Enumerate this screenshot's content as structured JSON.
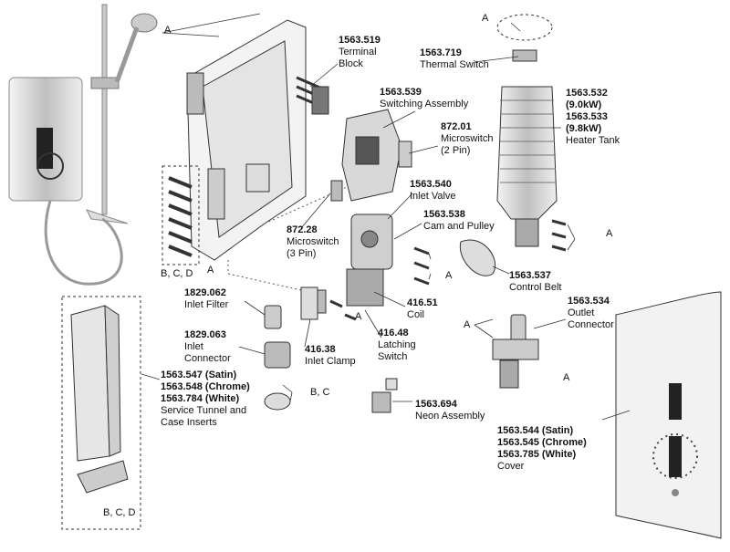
{
  "callouts": [
    {
      "id": "terminal-block",
      "code": "1563.519",
      "lines": [
        "Terminal",
        "Block"
      ]
    },
    {
      "id": "thermal-switch",
      "code": "1563.719",
      "lines": [
        "Thermal Switch"
      ]
    },
    {
      "id": "switching-assembly",
      "code": "1563.539",
      "lines": [
        "Switching Assembly"
      ]
    },
    {
      "id": "microswitch-2pin",
      "code": "872.01",
      "lines": [
        "Microswitch",
        "(2 Pin)"
      ]
    },
    {
      "id": "heater-tank",
      "code": "1563.532",
      "lines": [
        "(9.0kW)"
      ],
      "code2": "1563.533",
      "lines2": [
        "(9.8kW)",
        "Heater Tank"
      ]
    },
    {
      "id": "inlet-valve",
      "code": "1563.540",
      "lines": [
        "Inlet Valve"
      ]
    },
    {
      "id": "cam-pulley",
      "code": "1563.538",
      "lines": [
        "Cam and Pulley"
      ]
    },
    {
      "id": "microswitch-3pin",
      "code": "872.28",
      "lines": [
        "Microswitch",
        "(3 Pin)"
      ]
    },
    {
      "id": "control-belt",
      "code": "1563.537",
      "lines": [
        "Control Belt"
      ]
    },
    {
      "id": "inlet-filter",
      "code": "1829.062",
      "lines": [
        "Inlet Filter"
      ]
    },
    {
      "id": "coil",
      "code": "416.51",
      "lines": [
        "Coil"
      ]
    },
    {
      "id": "outlet-connector",
      "code": "1563.534",
      "lines": [
        "Outlet",
        "Connector"
      ]
    },
    {
      "id": "inlet-connector",
      "code": "1829.063",
      "lines": [
        "Inlet",
        "Connector"
      ]
    },
    {
      "id": "latching-switch",
      "code": "416.48",
      "lines": [
        "Latching",
        "Switch"
      ]
    },
    {
      "id": "inlet-clamp",
      "code": "416.38",
      "lines": [
        "Inlet Clamp"
      ]
    },
    {
      "id": "neon-assembly",
      "code": "1563.694",
      "lines": [
        "Neon Assembly"
      ]
    }
  ],
  "service_tunnel": {
    "codes": [
      "1563.547 (Satin)",
      "1563.548 (Chrome)",
      "1563.784 (White)"
    ],
    "lines": [
      "Service Tunnel and",
      "Case Inserts"
    ]
  },
  "cover": {
    "codes": [
      "1563.544 (Satin)",
      "1563.545 (Chrome)",
      "1563.785 (White)"
    ],
    "lines": [
      "Cover"
    ]
  },
  "refs": {
    "a": "A",
    "bcd": "B, C, D",
    "bc": "B, C"
  }
}
